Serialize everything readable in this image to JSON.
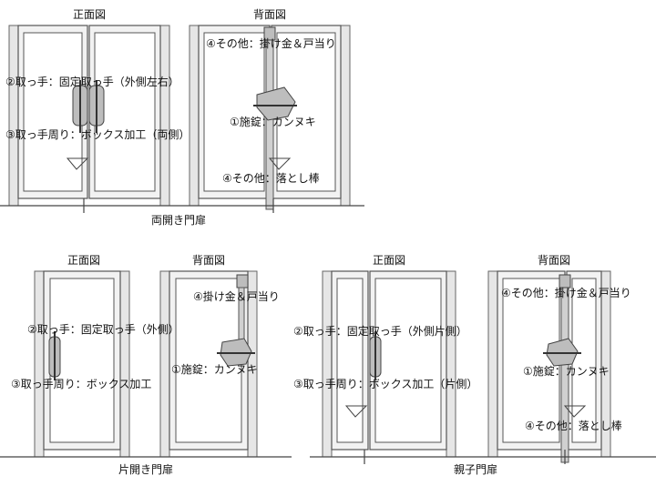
{
  "views": {
    "front": "正面図",
    "back": "背面図"
  },
  "captions": {
    "double": "両開き門扉",
    "single": "片開き門扉",
    "parent_child": "親子門扉"
  },
  "labels": {
    "handle_both": "②取っ手：固定取っ手（外側左右）",
    "handle_area_both": "③取っ手周り：ボックス加工（両側）",
    "other_latch": "④その他：掛け金＆戸当り",
    "lock_kannuki": "①施錠：カンヌキ",
    "other_drop_bolt": "④その他：落とし棒",
    "handle_outer": "②取っ手：固定取っ手（外側）",
    "handle_area_box": "③取っ手周り：ボックス加工",
    "latch_doorstop": "④掛け金＆戸当り",
    "handle_outer_one": "②取っ手：固定取っ手（外側片側）",
    "handle_area_one": "③取っ手周り：ボックス加工（片側）"
  }
}
